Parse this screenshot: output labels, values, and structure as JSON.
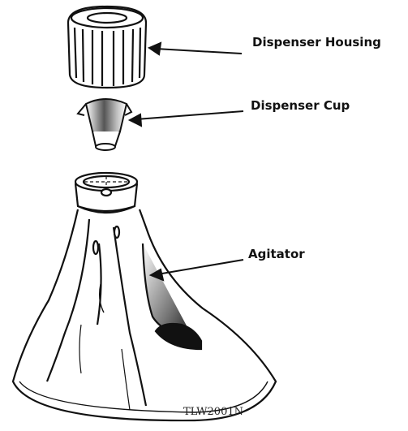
{
  "labels": {
    "dispenser_housing": "Dispenser Housing",
    "dispenser_cup": "Dispenser Cup",
    "agitator": "Agitator"
  },
  "figure_code": "TLW2001N",
  "icons": [
    "dispenser-housing-icon",
    "dispenser-cup-icon",
    "agitator-icon"
  ],
  "colors": {
    "ink": "#111111",
    "background": "#ffffff",
    "shade": "#555555"
  }
}
